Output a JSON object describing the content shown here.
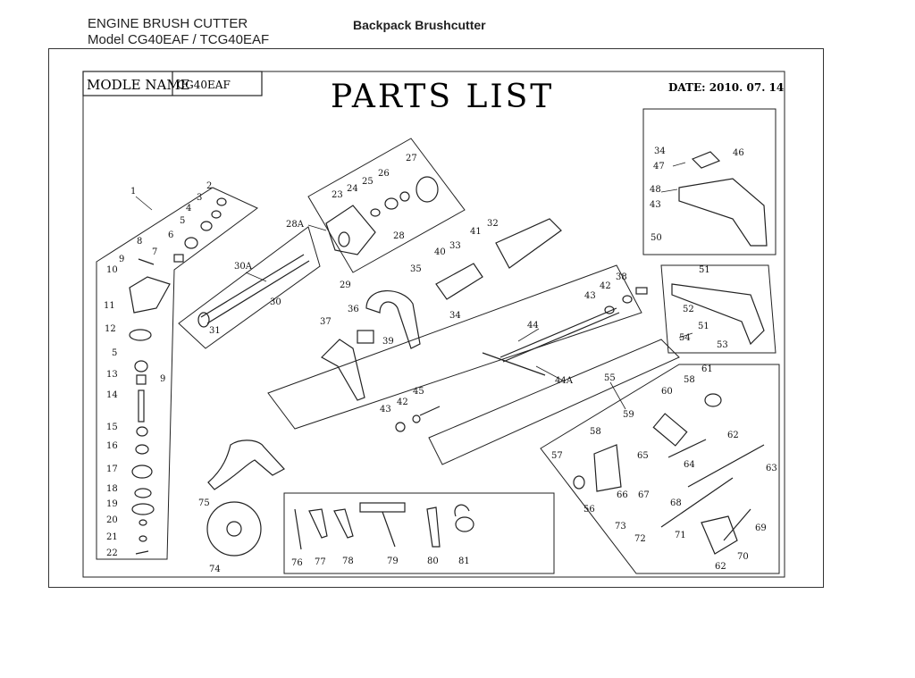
{
  "header": {
    "line1": "ENGINE BRUSH CUTTER",
    "line2": "Model  CG40EAF / TCG40EAF",
    "product": "Backpack Brushcutter"
  },
  "sheet": {
    "model_label": "MODLE NAME",
    "model_value": "CG40EAF",
    "title": "PARTS LIST",
    "date": "DATE: 2010. 07. 14"
  },
  "callouts": {
    "p1": "1",
    "p2": "2",
    "p3": "3",
    "p4": "4",
    "p5": "5",
    "p5b": "5",
    "p6": "6",
    "p7": "7",
    "p8": "8",
    "p9": "9",
    "p9b": "9",
    "p10": "10",
    "p11": "11",
    "p12": "12",
    "p13": "13",
    "p14": "14",
    "p15": "15",
    "p16": "16",
    "p17": "17",
    "p18": "18",
    "p19": "19",
    "p20": "20",
    "p21": "21",
    "p22": "22",
    "p23": "23",
    "p24": "24",
    "p25": "25",
    "p26": "26",
    "p27": "27",
    "p28": "28",
    "p28a": "28A",
    "p29": "29",
    "p30": "30",
    "p30a": "30A",
    "p31": "31",
    "p32": "32",
    "p33": "33",
    "p34": "34",
    "p34b": "34",
    "p35": "35",
    "p36": "36",
    "p37": "37",
    "p38": "38",
    "p39": "39",
    "p40": "40",
    "p41": "41",
    "p42": "42",
    "p42b": "42",
    "p43": "43",
    "p43b": "43",
    "p43c": "43",
    "p44": "44",
    "p44a": "44A",
    "p45": "45",
    "p46": "46",
    "p47": "47",
    "p48": "48",
    "p50": "50",
    "p51": "51",
    "p51b": "51",
    "p52": "52",
    "p53": "53",
    "p54": "54",
    "p55": "55",
    "p56": "56",
    "p57": "57",
    "p58": "58",
    "p58b": "58",
    "p59": "59",
    "p60": "60",
    "p61": "61",
    "p62": "62",
    "p62b": "62",
    "p63": "63",
    "p64": "64",
    "p65": "65",
    "p66": "66",
    "p67": "67",
    "p68": "68",
    "p69": "69",
    "p70": "70",
    "p71": "71",
    "p72": "72",
    "p73": "73",
    "p74": "74",
    "p75": "75",
    "p76": "76",
    "p77": "77",
    "p78": "78",
    "p79": "79",
    "p80": "80",
    "p81": "81"
  }
}
